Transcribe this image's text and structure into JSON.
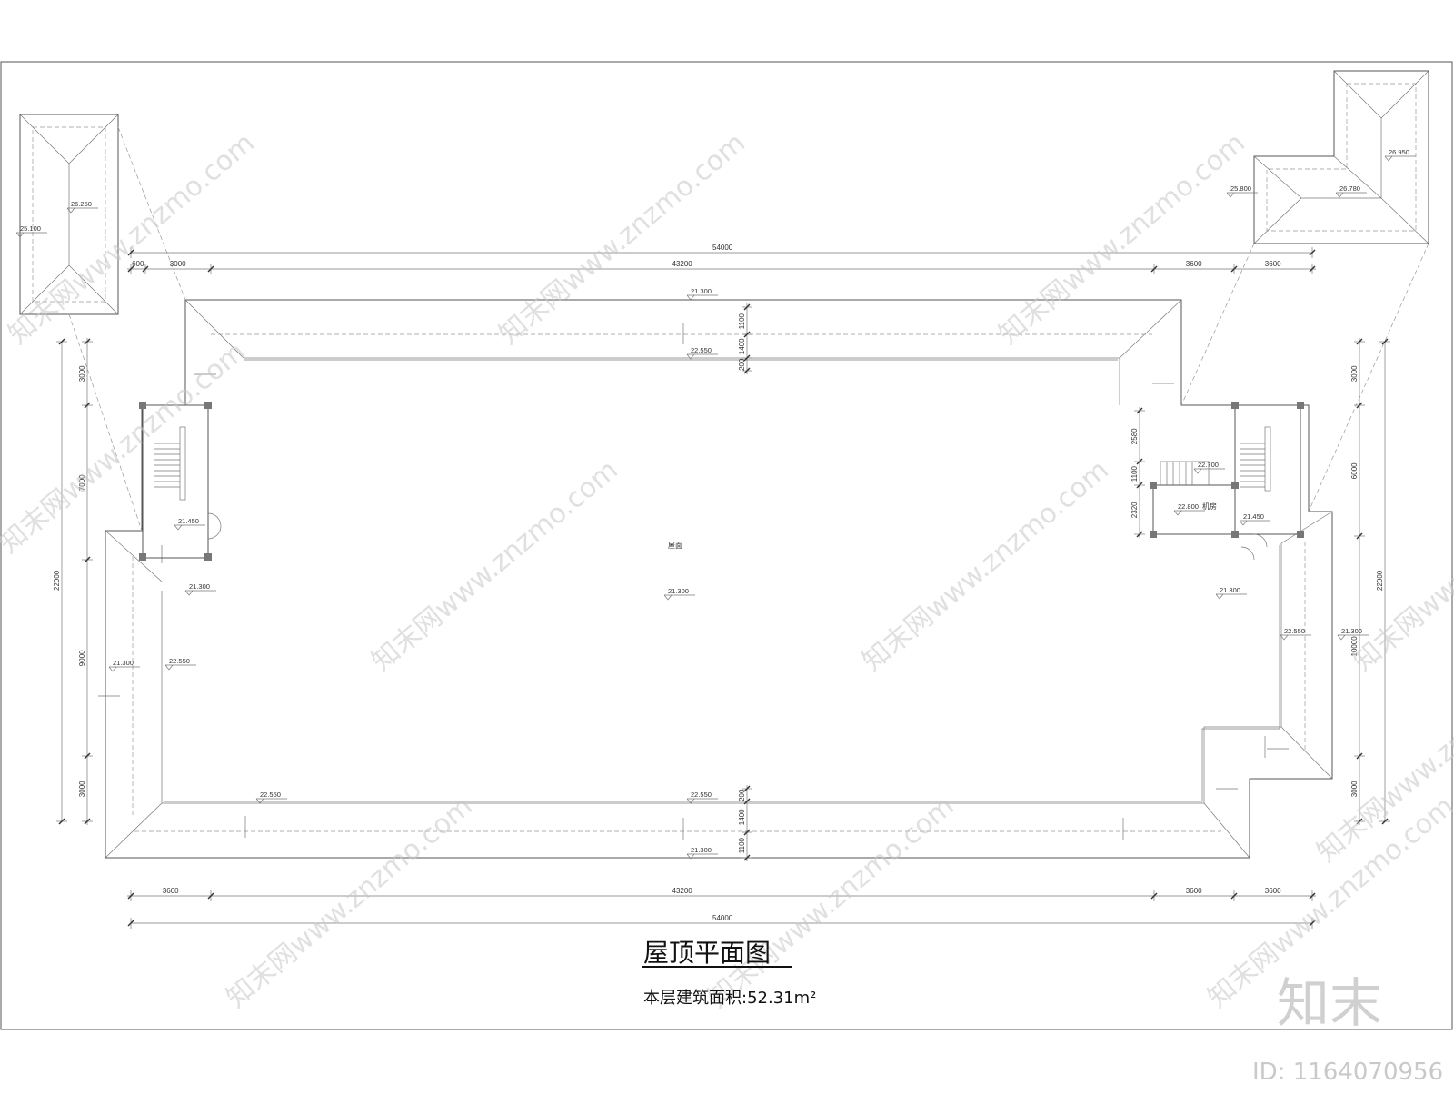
{
  "drawing": {
    "title": "屋顶平面图",
    "area_caption": "本层建筑面积:52.31m²",
    "roof_label": "屋面",
    "machine_room_label": "机房"
  },
  "dims_top_overall": "54000",
  "dims_top": [
    "600",
    "3000",
    "43200",
    "3600",
    "3600"
  ],
  "dims_bottom": [
    "3600",
    "43200",
    "3600",
    "3600"
  ],
  "dims_bottom_overall": "54000",
  "dims_left": [
    "3000",
    "7000",
    "9000",
    "3000"
  ],
  "dims_left_overall": "22000",
  "dims_right": [
    "3000",
    "6000",
    "10000",
    "3000"
  ],
  "dims_right_overall": "22000",
  "dims_center_top": [
    "1100",
    "1400",
    "200"
  ],
  "dims_center_bottom": [
    "200",
    "1400",
    "1100"
  ],
  "dims_stair_right": [
    "2580",
    "1100",
    "2320"
  ],
  "levels": {
    "ridge_top": "21.300",
    "eave_top": "22.550",
    "center": "21.300",
    "left_stair": "21.450",
    "left_mid": "21.300",
    "left_outer": "21.300",
    "left_inner": "22.550",
    "bottom_left": "22.550",
    "bottom_mid": "22.550",
    "bottom_outer": "21.300",
    "right_mid": "21.300",
    "right_inner": "22.550",
    "right_outer": "21.300",
    "right_stair": "21.450",
    "machine_room": "22.800",
    "machine_top": "22.700",
    "detail_left_a": "25.100",
    "detail_left_b": "26.250",
    "detail_right_a": "25.800",
    "detail_right_b": "26.780",
    "detail_right_c": "26.950"
  },
  "watermark_text": "知末网www.znzmo.com",
  "logo_text": "知末",
  "image_id": "ID: 1164070956"
}
